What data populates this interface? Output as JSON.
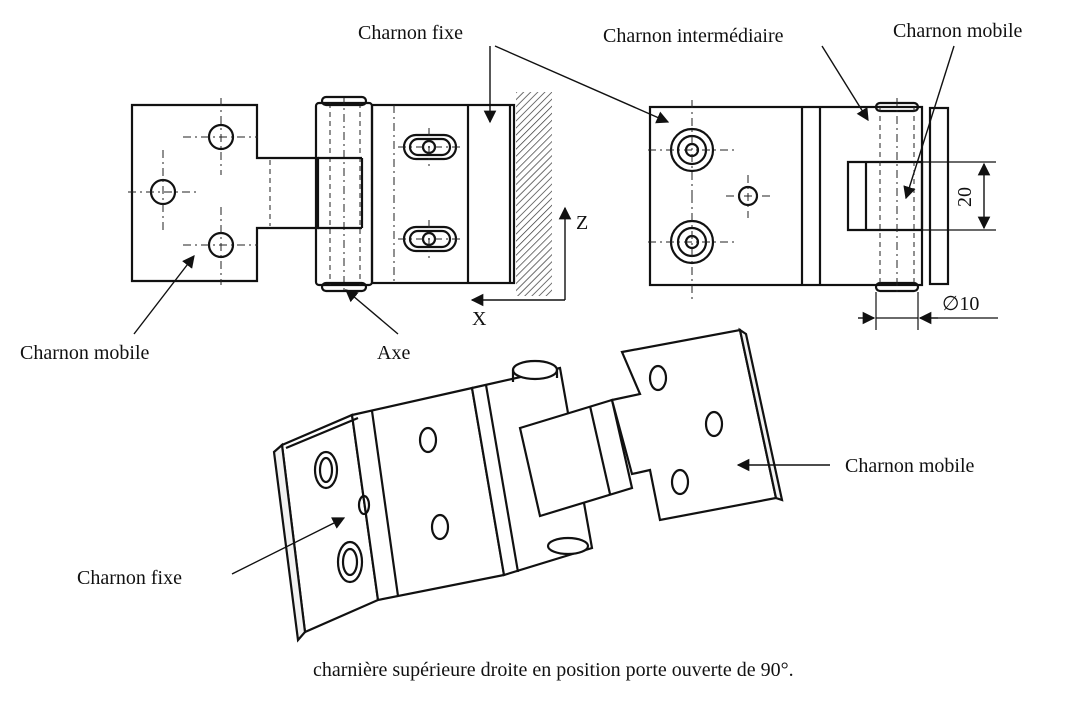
{
  "labels": {
    "charnon_fixe_top": "Charnon fixe",
    "charnon_intermediaire": "Charnon intermédiaire",
    "charnon_mobile_top_right": "Charnon mobile",
    "charnon_mobile_left": "Charnon mobile",
    "axe": "Axe",
    "axis_z": "Z",
    "axis_x": "X",
    "dim_20": "20",
    "dim_phi10": "∅10",
    "charnon_mobile_iso": "Charnon mobile",
    "charnon_fixe_iso": "Charnon fixe"
  },
  "caption": "charnière supérieure droite en position porte ouverte de 90°."
}
